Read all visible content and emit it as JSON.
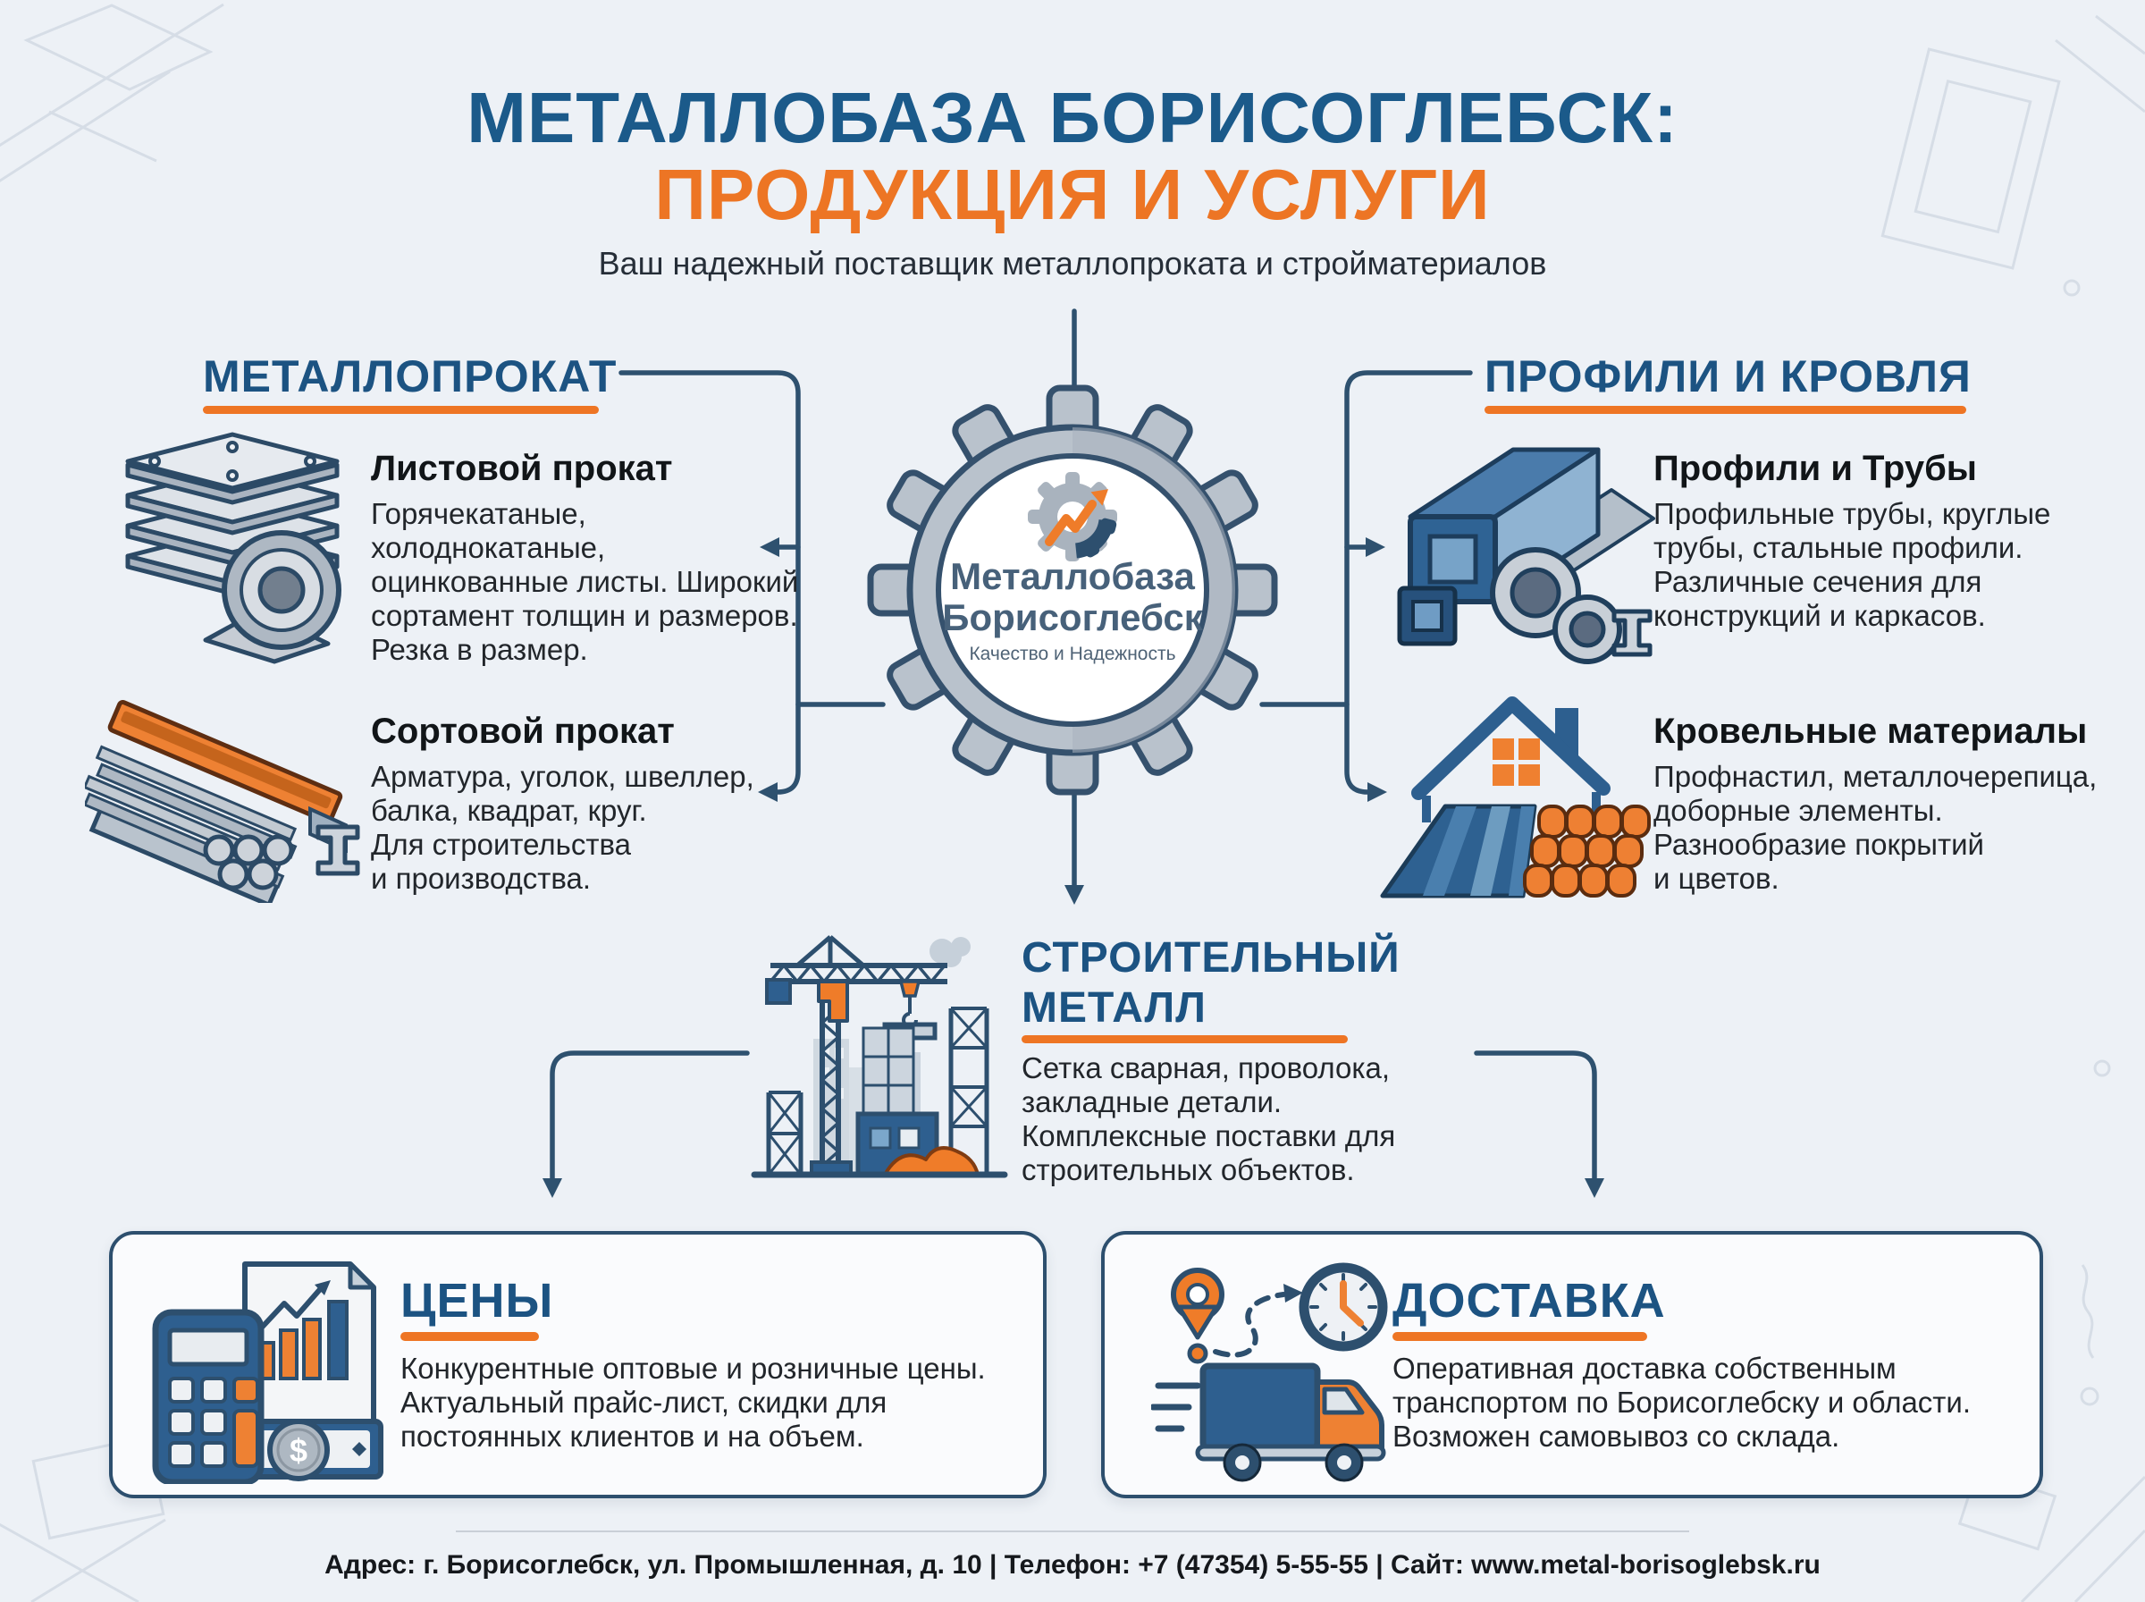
{
  "page": {
    "title_line1": "МЕТАЛЛОБАЗА БОРИСОГЛЕБСК:",
    "title_line2": "ПРОДУКЦИЯ И УСЛУГИ",
    "subtitle": "Ваш надежный поставщик металлопроката и стройматериалов",
    "footer": "Адрес: г. Борисоглебск, ул. Промышленная, д. 10 | Телефон: +7 (47354) 5-55-55 | Сайт: www.metal-borisoglebsk.ru"
  },
  "colors": {
    "accent_orange": "#ED7524",
    "heading_blue": "#1C5382",
    "title_blue": "#1B5A8A",
    "outline_navy": "#2D4F6E",
    "background": "#EDF1F6"
  },
  "logo": {
    "icon": "gear-logo-icon",
    "name_line1": "Металлобаза",
    "name_line2": "Борисоглебск",
    "tagline": "Качество и Надежность"
  },
  "left_section": {
    "heading": "МЕТАЛЛОПРОКАТ",
    "items": [
      {
        "icon": "sheet-metal-stack-icon",
        "title": "Листовой прокат",
        "text": "Горячекатаные,\nхолоднокатаные,\nоцинкованные листы. Широкий\nсортамент толщин и размеров.\nРезка в размер."
      },
      {
        "icon": "long-products-icon",
        "title": "Сортовой прокат",
        "text": "Арматура, уголок, швеллер,\nбалка, квадрат, круг.\nДля строительства\nи производства."
      }
    ]
  },
  "right_section": {
    "heading": "ПРОФИЛИ И КРОВЛЯ",
    "items": [
      {
        "icon": "profiles-pipes-icon",
        "title": "Профили и Трубы",
        "text": "Профильные трубы, круглые\nтрубы, стальные профили.\nРазличные сечения для\nконструкций и каркасов."
      },
      {
        "icon": "roofing-materials-icon",
        "title": "Кровельные материалы",
        "text": "Профнастил, металлочерепица,\nдоборные элементы.\nРазнообразие покрытий\nи цветов."
      }
    ]
  },
  "center_section": {
    "icon": "construction-crane-icon",
    "heading": "СТРОИТЕЛЬНЫЙ\nМЕТАЛЛ",
    "text": "Сетка сварная, проволока,\nзакладные детали.\nКомплексные поставки для\nстроительных объектов."
  },
  "bottom_cards": [
    {
      "icon": "prices-calculator-icon",
      "heading": "ЦЕНЫ",
      "coin_symbol": "$",
      "text": "Конкурентные оптовые и розничные цены.\nАктуальный прайс-лист, скидки для\nпостоянных клиентов и на объем."
    },
    {
      "icon": "delivery-truck-icon",
      "heading": "ДОСТАВКА",
      "text": "Оперативная доставка собственным\nтранспортом по Борисоглебску и области.\nВозможен самовывоз со склада."
    }
  ]
}
